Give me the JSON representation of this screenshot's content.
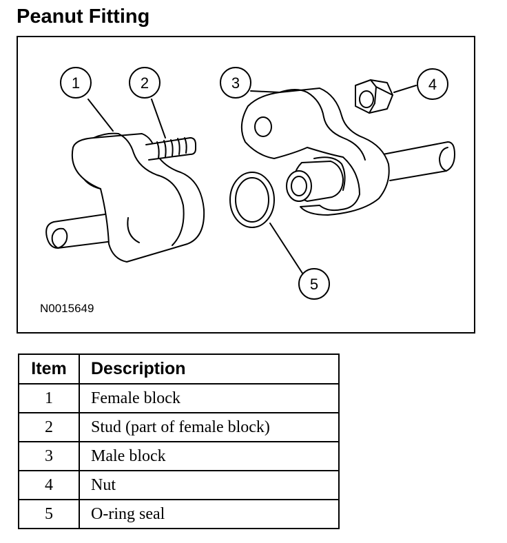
{
  "title": "Peanut Fitting",
  "figure": {
    "id": "N0015649",
    "callouts": [
      "1",
      "2",
      "3",
      "4",
      "5"
    ]
  },
  "table": {
    "headers": {
      "item": "Item",
      "description": "Description"
    },
    "rows": [
      {
        "item": "1",
        "description": "Female block"
      },
      {
        "item": "2",
        "description": "Stud (part of female block)"
      },
      {
        "item": "3",
        "description": "Male block"
      },
      {
        "item": "4",
        "description": "Nut"
      },
      {
        "item": "5",
        "description": "O-ring seal"
      }
    ]
  }
}
